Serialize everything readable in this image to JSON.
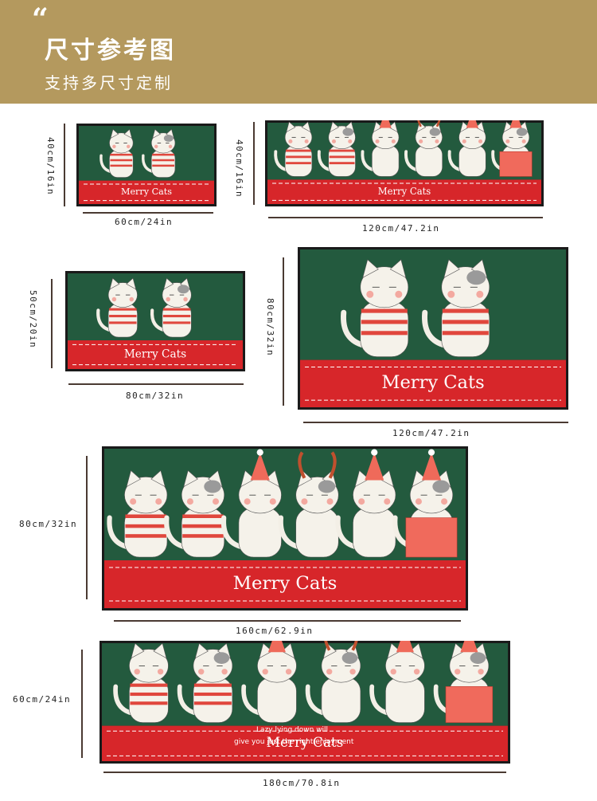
{
  "header": {
    "quote_mark": "“",
    "title": "尺寸参考图",
    "subtitle": "支持多尺寸定制"
  },
  "mat_text": "Merry Cats",
  "overlay_text": {
    "line1": "Lazy lying down will",
    "line2": "give you just the right enjoyment"
  },
  "sizes": [
    {
      "width": "60cm/24in",
      "height": "40cm/16in"
    },
    {
      "width": "120cm/47.2in",
      "height": "40cm/16in"
    },
    {
      "width": "80cm/32in",
      "height": "50cm/20in"
    },
    {
      "width": "120cm/47.2in",
      "height": "80cm/32in"
    },
    {
      "width": "160cm/62.9in",
      "height": "80cm/32in"
    },
    {
      "width": "180cm/70.8in",
      "height": "60cm/24in"
    }
  ],
  "colors": {
    "header": "#b4995e",
    "mat_green": "#235a3e",
    "mat_red": "#d7262a",
    "border": "#1a1a1a"
  }
}
